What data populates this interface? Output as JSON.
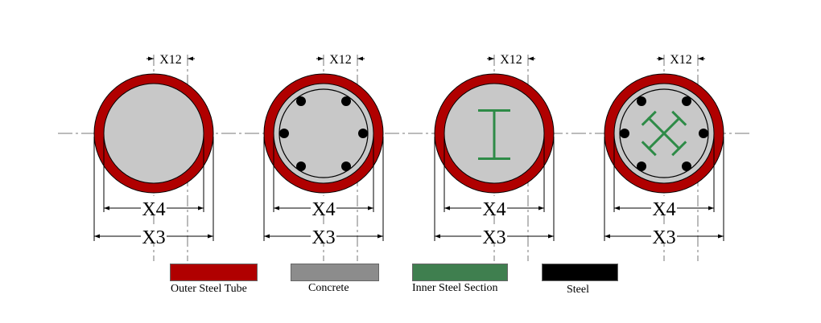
{
  "sections": [
    {
      "id": "cfst",
      "inner": "none"
    },
    {
      "id": "rc-cfst",
      "inner": "rebar"
    },
    {
      "id": "i-section-cfst",
      "inner": "i-section"
    },
    {
      "id": "cross-section-cfst",
      "inner": "cross-rebar"
    }
  ],
  "dimensions": {
    "offset_label": "X12",
    "inner_diameter_label": "X4",
    "outer_diameter_label": "X3"
  },
  "legend": [
    {
      "key": "outer-steel-tube",
      "label": "Outer Steel Tube",
      "color": "#b00000"
    },
    {
      "key": "concrete",
      "label": "Concrete",
      "color": "#8c8c8c"
    },
    {
      "key": "inner-steel-section",
      "label": "Inner Steel Section",
      "color": "#3f7f4f"
    },
    {
      "key": "steel",
      "label": "Steel",
      "color": "#000000"
    }
  ],
  "colors": {
    "tube": "#b00000",
    "concrete": "#c8c8c8",
    "section": "#2e8b47",
    "rebar": "#000000",
    "line": "#000000"
  }
}
